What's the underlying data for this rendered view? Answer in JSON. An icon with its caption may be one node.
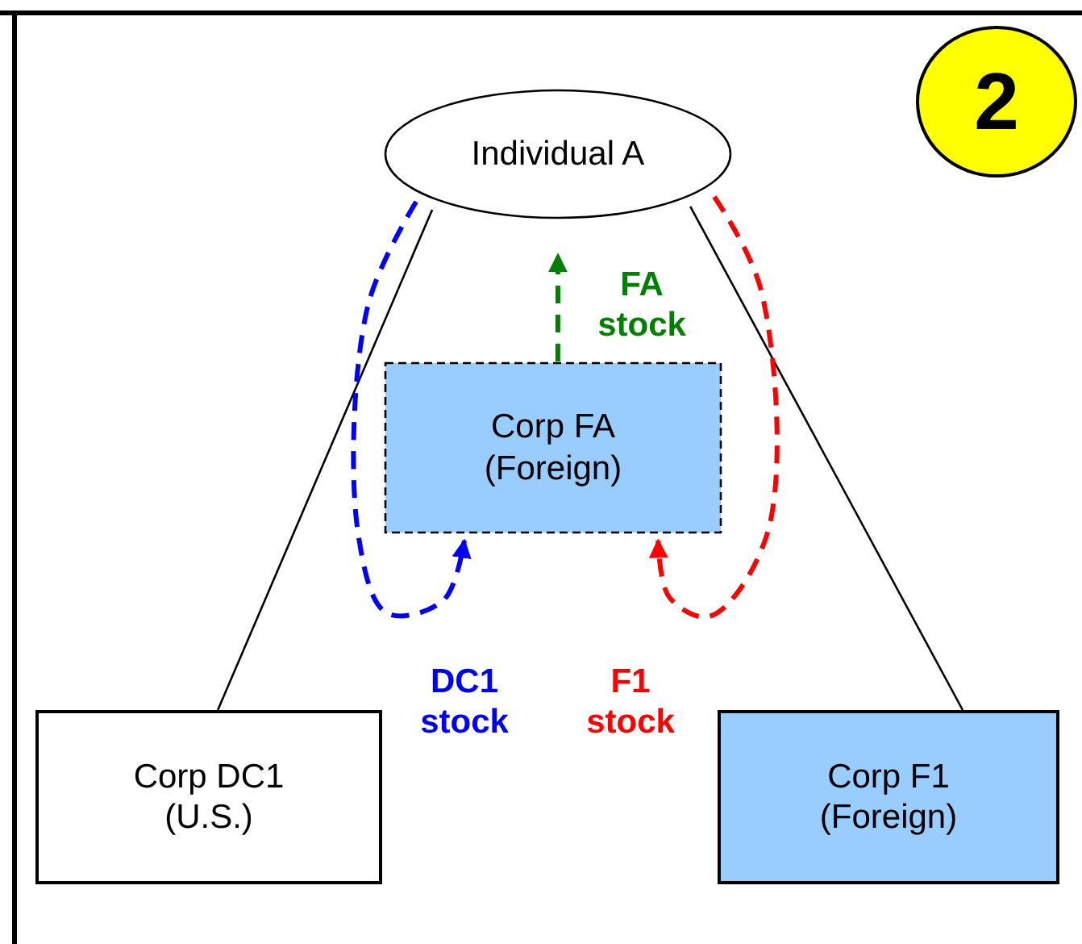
{
  "diagram": {
    "nodes": [
      {
        "text": [
          "Individual A"
        ]
      },
      {
        "text": [
          "Corp FA (Foreign)"
        ]
      },
      {
        "text": [
          "Corp DC1 (U.S.)"
        ]
      },
      {
        "text": [
          "Corp F1 (Foreign)"
        ]
      },
      {
        "text": [
          "2"
        ]
      }
    ],
    "edges": [
      {
        "from": 0,
        "to": 2,
        "arrow": "none"
      },
      {
        "from": 0,
        "to": 3,
        "arrow": "none"
      },
      {
        "from": 1,
        "to": 0,
        "arrow": "to",
        "label": "FA stock",
        "style": "dashed",
        "color": "#008000"
      },
      {
        "from": 0,
        "to": 1,
        "arrow": "to",
        "label": "DC1 stock",
        "style": "dashed",
        "color": "#0000ff"
      },
      {
        "from": 0,
        "to": 1,
        "arrow": "to",
        "label": "F1 stock",
        "style": "dashed",
        "color": "#ff0000"
      }
    ]
  }
}
